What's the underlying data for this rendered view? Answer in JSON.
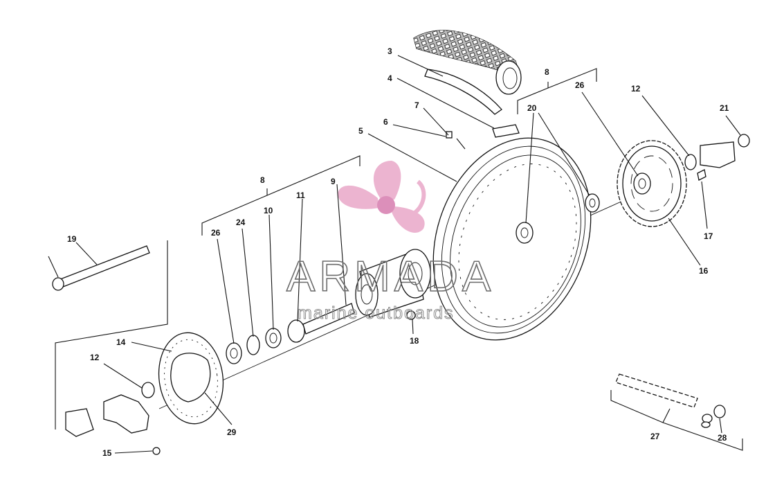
{
  "watermark": {
    "brand": "ARMADA",
    "tagline": "marine outboards",
    "brand_color": "#555555",
    "logo_color": "#e9a7c8",
    "logo_icon": "propeller-icon"
  },
  "callouts": [
    {
      "id": "3",
      "text": "3"
    },
    {
      "id": "4",
      "text": "4"
    },
    {
      "id": "5",
      "text": "5"
    },
    {
      "id": "6",
      "text": "6"
    },
    {
      "id": "7",
      "text": "7"
    },
    {
      "id": "8a",
      "text": "8"
    },
    {
      "id": "8b",
      "text": "8"
    },
    {
      "id": "9",
      "text": "9"
    },
    {
      "id": "10",
      "text": "10"
    },
    {
      "id": "11",
      "text": "11"
    },
    {
      "id": "12a",
      "text": "12"
    },
    {
      "id": "12b",
      "text": "12"
    },
    {
      "id": "14",
      "text": "14"
    },
    {
      "id": "15",
      "text": "15"
    },
    {
      "id": "16",
      "text": "16"
    },
    {
      "id": "17",
      "text": "17"
    },
    {
      "id": "18",
      "text": "18"
    },
    {
      "id": "19",
      "text": "19"
    },
    {
      "id": "20",
      "text": "20"
    },
    {
      "id": "21",
      "text": "21"
    },
    {
      "id": "24",
      "text": "24"
    },
    {
      "id": "26a",
      "text": "26"
    },
    {
      "id": "26b",
      "text": "26"
    },
    {
      "id": "27",
      "text": "27"
    },
    {
      "id": "28",
      "text": "28"
    },
    {
      "id": "29",
      "text": "29"
    }
  ]
}
